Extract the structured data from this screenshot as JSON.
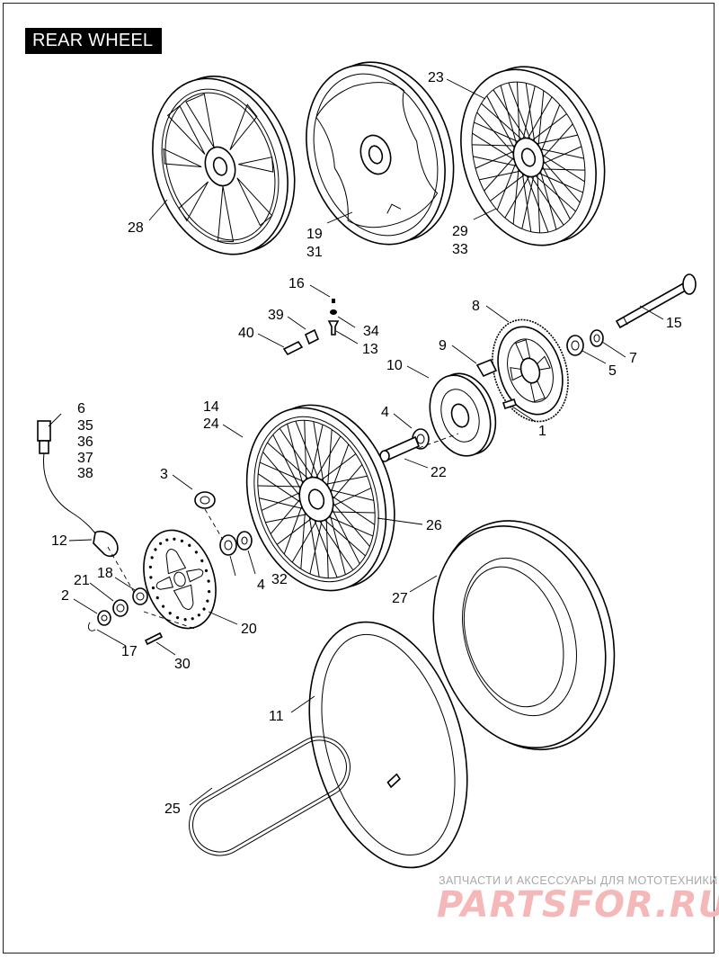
{
  "title": "REAR WHEEL",
  "callouts": [
    {
      "id": "28",
      "text": "28"
    },
    {
      "id": "19",
      "text": "19"
    },
    {
      "id": "31",
      "text": "31"
    },
    {
      "id": "23",
      "text": "23"
    },
    {
      "id": "29",
      "text": "29"
    },
    {
      "id": "33",
      "text": "33"
    },
    {
      "id": "16",
      "text": "16"
    },
    {
      "id": "39",
      "text": "39"
    },
    {
      "id": "34",
      "text": "34"
    },
    {
      "id": "40",
      "text": "40"
    },
    {
      "id": "13",
      "text": "13"
    },
    {
      "id": "8",
      "text": "8"
    },
    {
      "id": "15",
      "text": "15"
    },
    {
      "id": "9",
      "text": "9"
    },
    {
      "id": "10",
      "text": "10"
    },
    {
      "id": "7",
      "text": "7"
    },
    {
      "id": "5",
      "text": "5"
    },
    {
      "id": "14",
      "text": "14"
    },
    {
      "id": "24",
      "text": "24"
    },
    {
      "id": "4a",
      "text": "4"
    },
    {
      "id": "1",
      "text": "1"
    },
    {
      "id": "6",
      "text": "6"
    },
    {
      "id": "35",
      "text": "35"
    },
    {
      "id": "36",
      "text": "36"
    },
    {
      "id": "37",
      "text": "37"
    },
    {
      "id": "38",
      "text": "38"
    },
    {
      "id": "22",
      "text": "22"
    },
    {
      "id": "3",
      "text": "3"
    },
    {
      "id": "26",
      "text": "26"
    },
    {
      "id": "12",
      "text": "12"
    },
    {
      "id": "18",
      "text": "18"
    },
    {
      "id": "21",
      "text": "21"
    },
    {
      "id": "4b",
      "text": "4"
    },
    {
      "id": "32",
      "text": "32"
    },
    {
      "id": "27",
      "text": "27"
    },
    {
      "id": "2",
      "text": "2"
    },
    {
      "id": "20",
      "text": "20"
    },
    {
      "id": "17",
      "text": "17"
    },
    {
      "id": "30",
      "text": "30"
    },
    {
      "id": "11",
      "text": "11"
    },
    {
      "id": "25",
      "text": "25"
    }
  ],
  "watermark": {
    "tagline": "ЗАПЧАСТИ И АКСЕССУАРЫ ДЛЯ МОТОТЕХНИКИ",
    "logo": "PARTSFOR.RU"
  }
}
